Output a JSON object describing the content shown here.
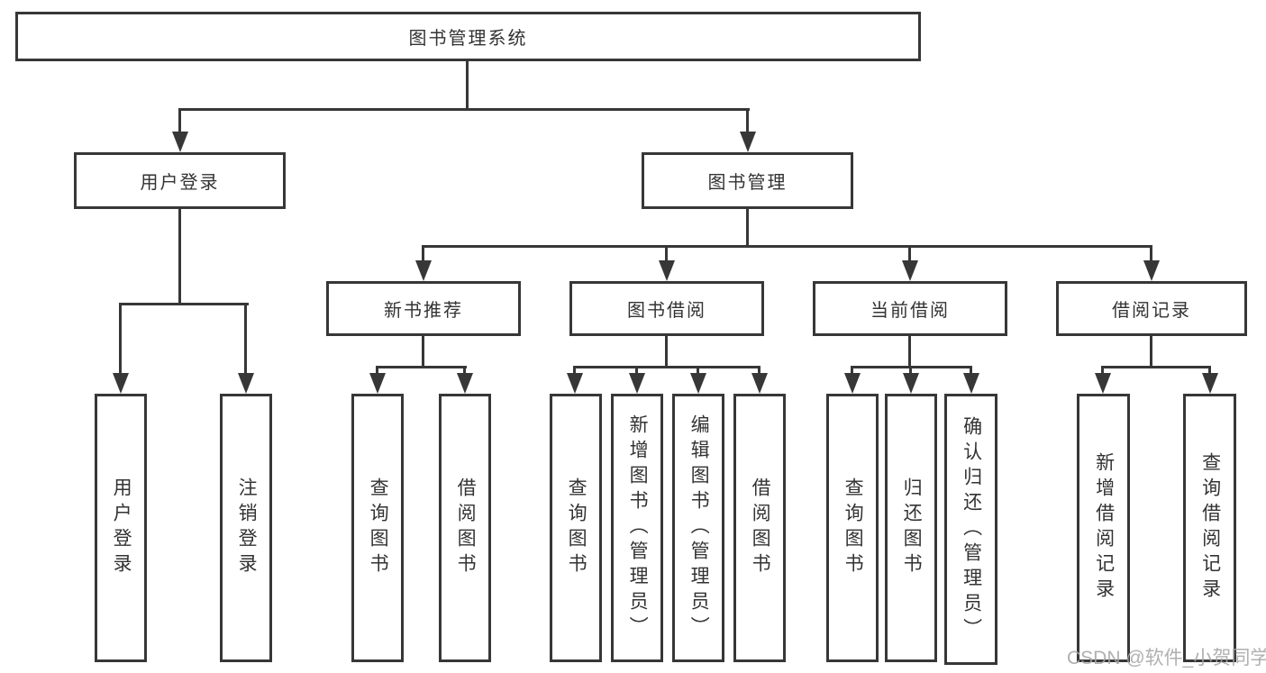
{
  "diagram": {
    "root": {
      "label": "图书管理系统"
    },
    "branches": [
      {
        "label": "用户登录",
        "children": [
          {
            "label": "用户登录"
          },
          {
            "label": "注销登录"
          }
        ]
      },
      {
        "label": "图书管理",
        "children": [
          {
            "label": "新书推荐",
            "children": [
              {
                "label": "查询图书"
              },
              {
                "label": "借阅图书"
              }
            ]
          },
          {
            "label": "图书借阅",
            "children": [
              {
                "label": "查询图书"
              },
              {
                "label": "新增图书（管理员）"
              },
              {
                "label": "编辑图书（管理员）"
              },
              {
                "label": "借阅图书"
              }
            ]
          },
          {
            "label": "当前借阅",
            "children": [
              {
                "label": "查询图书"
              },
              {
                "label": "归还图书"
              },
              {
                "label": "确认归还（管理员）"
              }
            ]
          },
          {
            "label": "借阅记录",
            "children": [
              {
                "label": "新增借阅记录"
              },
              {
                "label": "查询借阅记录"
              }
            ]
          }
        ]
      }
    ]
  },
  "watermark": {
    "text": "CSDN @软件_小贺同学"
  },
  "colors": {
    "line": "#373737",
    "background": "#ffffff",
    "watermark": "#a6a6a6"
  }
}
